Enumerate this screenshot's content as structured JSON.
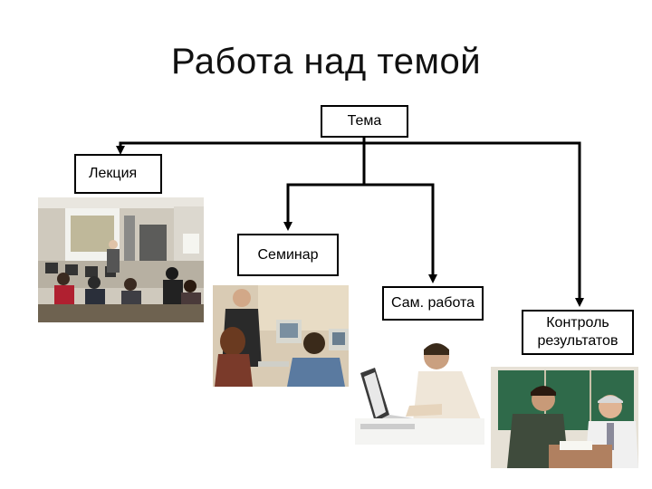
{
  "slide": {
    "title": "Работа над темой"
  },
  "nodes": {
    "tema": "Тема",
    "lecture": "Лекция",
    "seminar": "Семинар",
    "selfwork": "Сам. работа",
    "control_line1": "Контроль",
    "control_line2": "результатов"
  },
  "colors": {
    "line": "#000000",
    "box_border": "#000000",
    "board_green": "#2f6a4a",
    "wall": "#e8e4dc"
  }
}
